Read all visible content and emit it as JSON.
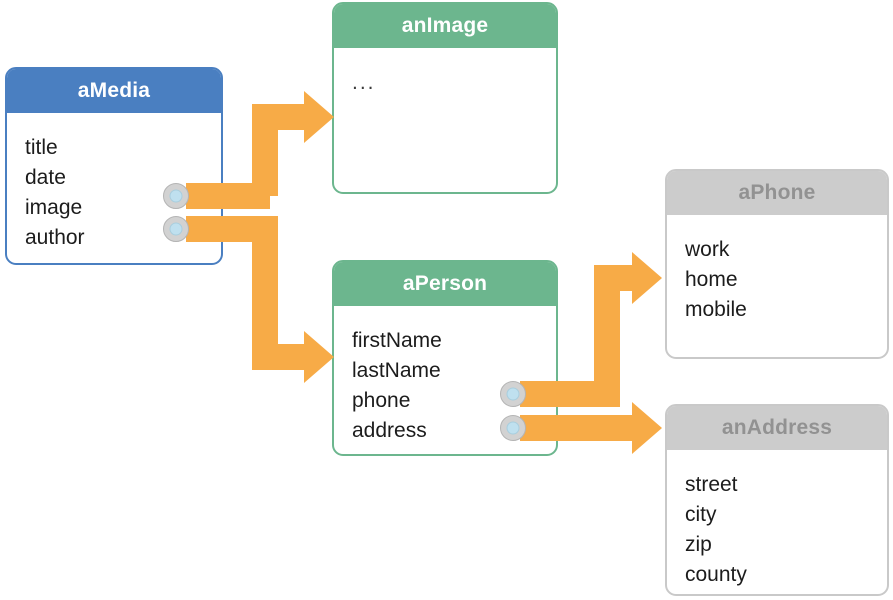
{
  "diagram": {
    "title": "object-reference-diagram",
    "colors": {
      "media_header": "#4a7fc1",
      "green_header": "#6cb68e",
      "gray_header": "#cccccc",
      "connector_orange": "#f7ab47",
      "socket_outer": "#d2d2d2",
      "socket_inner": "#bfe0ef",
      "background": "#ffffff"
    },
    "boxes": [
      {
        "id": "aMedia",
        "title": "aMedia",
        "style": "blue",
        "fields": [
          "title",
          "date",
          "image",
          "author"
        ],
        "socket_fields": [
          "image",
          "author"
        ]
      },
      {
        "id": "anImage",
        "title": "anImage",
        "style": "green",
        "ellipsis": "...",
        "fields": [],
        "socket_fields": []
      },
      {
        "id": "aPerson",
        "title": "aPerson",
        "style": "green",
        "fields": [
          "firstName",
          "lastName",
          "phone",
          "address"
        ],
        "socket_fields": [
          "phone",
          "address"
        ]
      },
      {
        "id": "aPhone",
        "title": "aPhone",
        "style": "gray",
        "fields": [
          "work",
          "home",
          "mobile"
        ],
        "socket_fields": []
      },
      {
        "id": "anAddress",
        "title": "anAddress",
        "style": "gray",
        "fields": [
          "street",
          "city",
          "zip",
          "county"
        ],
        "socket_fields": []
      }
    ],
    "connections": [
      {
        "from": "aMedia.image",
        "to": "anImage",
        "route": "right-up-right"
      },
      {
        "from": "aMedia.author",
        "to": "aPerson",
        "route": "right-down-right"
      },
      {
        "from": "aPerson.phone",
        "to": "aPhone",
        "route": "right-up-right"
      },
      {
        "from": "aPerson.address",
        "to": "anAddress",
        "route": "right"
      }
    ]
  }
}
